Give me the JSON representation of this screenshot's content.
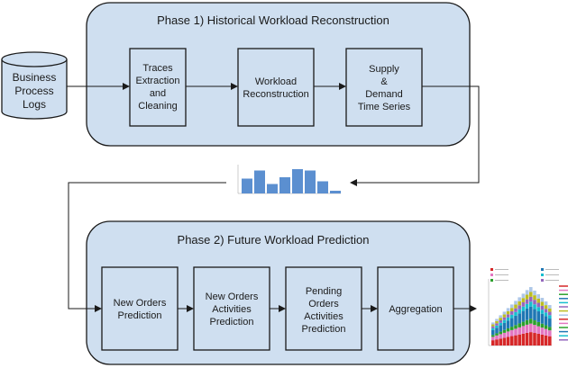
{
  "phase1": {
    "title": "Phase 1) Historical Workload Reconstruction"
  },
  "phase2": {
    "title": "Phase 2) Future Workload Prediction"
  },
  "database": {
    "lines": [
      "Business",
      "Process",
      "Logs"
    ]
  },
  "phase1_boxes": [
    {
      "lines": [
        "Traces",
        "Extraction",
        "and",
        "Cleaning"
      ]
    },
    {
      "lines": [
        "Workload",
        "Reconstruction"
      ]
    },
    {
      "lines": [
        "Supply",
        "&",
        "Demand",
        "Time Series"
      ]
    }
  ],
  "phase2_boxes": [
    {
      "lines": [
        "New Orders",
        "Prediction"
      ]
    },
    {
      "lines": [
        "New Orders",
        "Activities",
        "Prediction"
      ]
    },
    {
      "lines": [
        "Pending",
        "Orders",
        "Activities",
        "Prediction"
      ]
    },
    {
      "lines": [
        "Aggregation"
      ]
    }
  ],
  "colors": {
    "fill": "#cfdff0",
    "stroke": "#1a1a1a",
    "thumb_bar": "#5b8fd0",
    "stack_palette": [
      "#d62728",
      "#e377c2",
      "#2ca02c",
      "#1f77b4",
      "#17becf",
      "#9467bd",
      "#bcbd22",
      "#aec7e8"
    ]
  },
  "thumbnails": {
    "supply_demand": {
      "bars": [
        0.55,
        0.85,
        0.35,
        0.6,
        0.9,
        0.85,
        0.45,
        0.1
      ]
    },
    "prediction": {
      "columns": 16,
      "stack_colors": 8
    }
  }
}
